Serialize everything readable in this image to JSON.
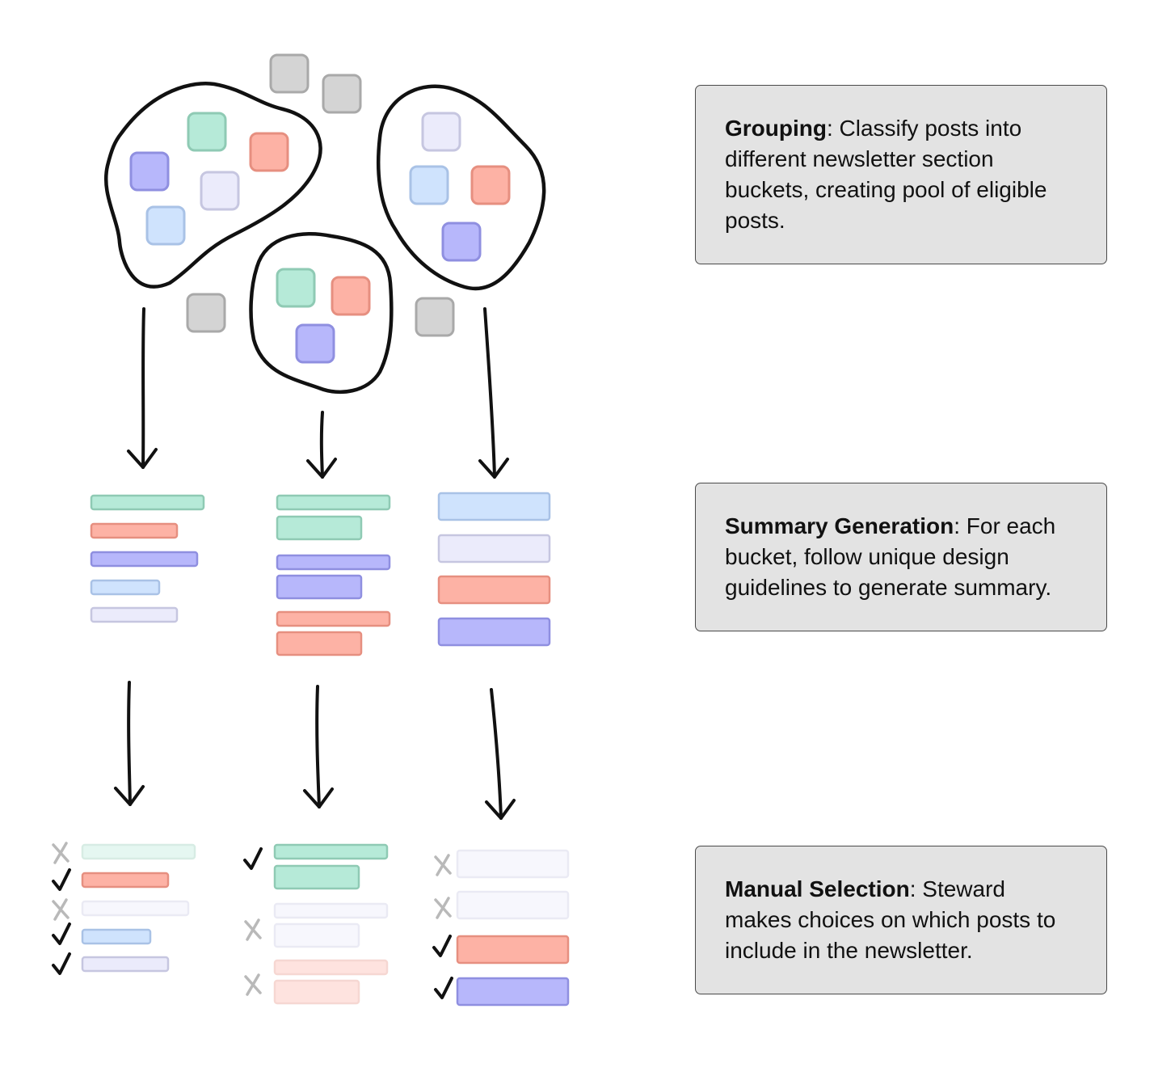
{
  "colors": {
    "green": "#b6ead8",
    "red": "#fdb2a5",
    "purple": "#b7b7fb",
    "lightblue": "#cfe3fd",
    "lavender": "#ebebfb",
    "gray": "#d4d4d4",
    "stroke": "#111111",
    "box_fill": "#e3e3e3"
  },
  "icons": [
    "check-icon",
    "cross-icon",
    "arrow-down-icon"
  ],
  "steps": [
    {
      "title": "Grouping",
      "text": ": Classify posts into different newsletter section buckets, creating pool of eligible posts."
    },
    {
      "title": "Summary Generation",
      "text": ": For each bucket, follow unique design guidelines to generate summary."
    },
    {
      "title": "Manual Selection",
      "text": ": Steward makes choices on which posts to include in the newsletter."
    }
  ],
  "clusters": [
    {
      "name": "cluster-left",
      "posts": [
        "green",
        "red",
        "purple",
        "lavender",
        "lightblue"
      ]
    },
    {
      "name": "cluster-middle",
      "posts": [
        "green",
        "red",
        "purple"
      ]
    },
    {
      "name": "cluster-right",
      "posts": [
        "lavender",
        "lightblue",
        "red",
        "purple"
      ]
    }
  ],
  "unclassified_posts": 4,
  "summaries": [
    {
      "column": "left",
      "items": [
        "green",
        "red",
        "purple",
        "lightblue",
        "lavender"
      ]
    },
    {
      "column": "middle",
      "items": [
        "green",
        "green",
        "purple",
        "purple",
        "red",
        "red"
      ]
    },
    {
      "column": "right",
      "items": [
        "lightblue",
        "lavender",
        "red",
        "purple"
      ]
    }
  ],
  "selections": [
    {
      "column": "left",
      "items": [
        {
          "color": "green",
          "selected": false
        },
        {
          "color": "red",
          "selected": true
        },
        {
          "color": "lavender",
          "selected": false
        },
        {
          "color": "lightblue",
          "selected": true
        },
        {
          "color": "lavender",
          "selected": true
        }
      ]
    },
    {
      "column": "middle",
      "items": [
        {
          "color": "green",
          "selected": true
        },
        {
          "color": "lavender",
          "selected": false
        },
        {
          "color": "red",
          "selected": false
        }
      ]
    },
    {
      "column": "right",
      "items": [
        {
          "color": "lavender",
          "selected": false
        },
        {
          "color": "lavender",
          "selected": false
        },
        {
          "color": "red",
          "selected": true
        },
        {
          "color": "purple",
          "selected": true
        }
      ]
    }
  ]
}
